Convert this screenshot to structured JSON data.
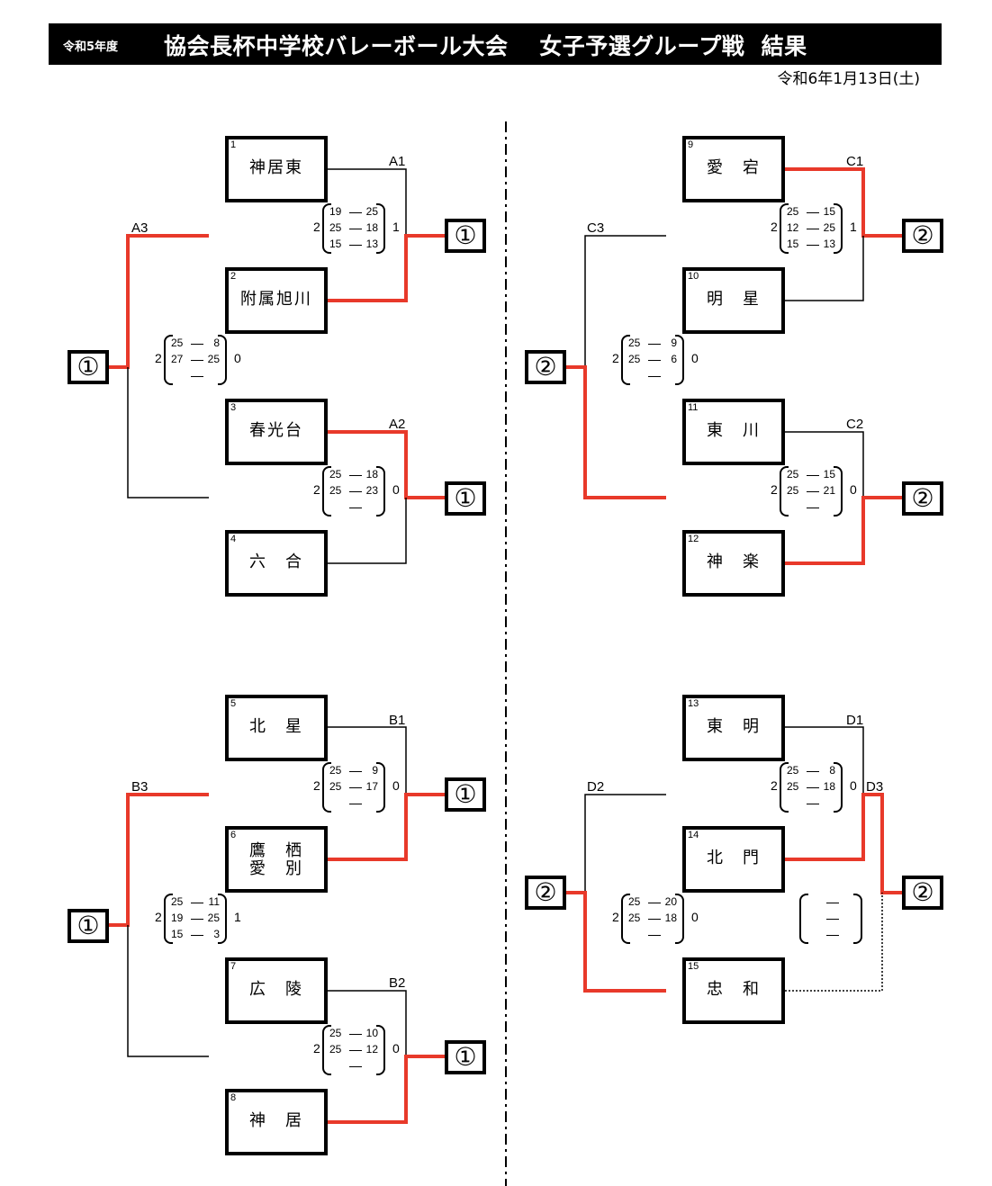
{
  "header": {
    "year": "令和5年度",
    "title": "協会長杯中学校バレーボール大会　 女子予選グループ戦  結果",
    "date": "令和6年1月13日(土)"
  },
  "colors": {
    "win_line": "#e8392a",
    "line": "#000000",
    "header_bg": "#000000"
  },
  "teams": [
    {
      "seed": "1",
      "name": "神居東"
    },
    {
      "seed": "2",
      "name": "附属旭川"
    },
    {
      "seed": "3",
      "name": "春光台"
    },
    {
      "seed": "4",
      "name": "六　合"
    },
    {
      "seed": "5",
      "name": "北　星"
    },
    {
      "seed": "6",
      "name": "鷹　栖\n愛　別"
    },
    {
      "seed": "7",
      "name": "広　陵"
    },
    {
      "seed": "8",
      "name": "神　居"
    },
    {
      "seed": "9",
      "name": "愛　宕"
    },
    {
      "seed": "10",
      "name": "明　星"
    },
    {
      "seed": "11",
      "name": "東　川"
    },
    {
      "seed": "12",
      "name": "神　楽"
    },
    {
      "seed": "13",
      "name": "東　明"
    },
    {
      "seed": "14",
      "name": "北　門"
    },
    {
      "seed": "15",
      "name": "忠　和"
    }
  ],
  "matches": [
    {
      "id": "A1",
      "label": "A1",
      "sets_w": "2",
      "sets_l": "1",
      "scores": [
        [
          "19",
          "25"
        ],
        [
          "25",
          "18"
        ],
        [
          "15",
          "13"
        ]
      ],
      "result": "①"
    },
    {
      "id": "A2",
      "label": "A2",
      "sets_w": "2",
      "sets_l": "0",
      "scores": [
        [
          "25",
          "18"
        ],
        [
          "25",
          "23"
        ],
        [
          "",
          ""
        ]
      ],
      "result": "①"
    },
    {
      "id": "A3",
      "label": "A3",
      "sets_w": "2",
      "sets_l": "0",
      "scores": [
        [
          "25",
          "8"
        ],
        [
          "27",
          "25"
        ],
        [
          "",
          ""
        ]
      ],
      "result": "①"
    },
    {
      "id": "B1",
      "label": "B1",
      "sets_w": "2",
      "sets_l": "0",
      "scores": [
        [
          "25",
          "9"
        ],
        [
          "25",
          "17"
        ],
        [
          "",
          ""
        ]
      ],
      "result": "①"
    },
    {
      "id": "B2",
      "label": "B2",
      "sets_w": "2",
      "sets_l": "0",
      "scores": [
        [
          "25",
          "10"
        ],
        [
          "25",
          "12"
        ],
        [
          "",
          ""
        ]
      ],
      "result": "①"
    },
    {
      "id": "B3",
      "label": "B3",
      "sets_w": "2",
      "sets_l": "1",
      "scores": [
        [
          "25",
          "11"
        ],
        [
          "19",
          "25"
        ],
        [
          "15",
          "3"
        ]
      ],
      "result": "①"
    },
    {
      "id": "C1",
      "label": "C1",
      "sets_w": "2",
      "sets_l": "1",
      "scores": [
        [
          "25",
          "15"
        ],
        [
          "12",
          "25"
        ],
        [
          "15",
          "13"
        ]
      ],
      "result": "②"
    },
    {
      "id": "C2",
      "label": "C2",
      "sets_w": "2",
      "sets_l": "0",
      "scores": [
        [
          "25",
          "15"
        ],
        [
          "25",
          "21"
        ],
        [
          "",
          ""
        ]
      ],
      "result": "②"
    },
    {
      "id": "C3",
      "label": "C3",
      "sets_w": "2",
      "sets_l": "0",
      "scores": [
        [
          "25",
          "9"
        ],
        [
          "25",
          "6"
        ],
        [
          "",
          ""
        ]
      ],
      "result": "②"
    },
    {
      "id": "D1",
      "label": "D1",
      "sets_w": "2",
      "sets_l": "0",
      "scores": [
        [
          "25",
          "8"
        ],
        [
          "25",
          "18"
        ],
        [
          "",
          ""
        ]
      ],
      "result": ""
    },
    {
      "id": "D2",
      "label": "D2",
      "sets_w": "2",
      "sets_l": "0",
      "scores": [
        [
          "25",
          "20"
        ],
        [
          "25",
          "18"
        ],
        [
          "",
          ""
        ]
      ],
      "result": "②"
    },
    {
      "id": "D3",
      "label": "D3",
      "sets_w": "",
      "sets_l": "",
      "scores": [
        [
          "",
          ""
        ],
        [
          "",
          ""
        ],
        [
          "",
          ""
        ]
      ],
      "result": "②"
    }
  ]
}
